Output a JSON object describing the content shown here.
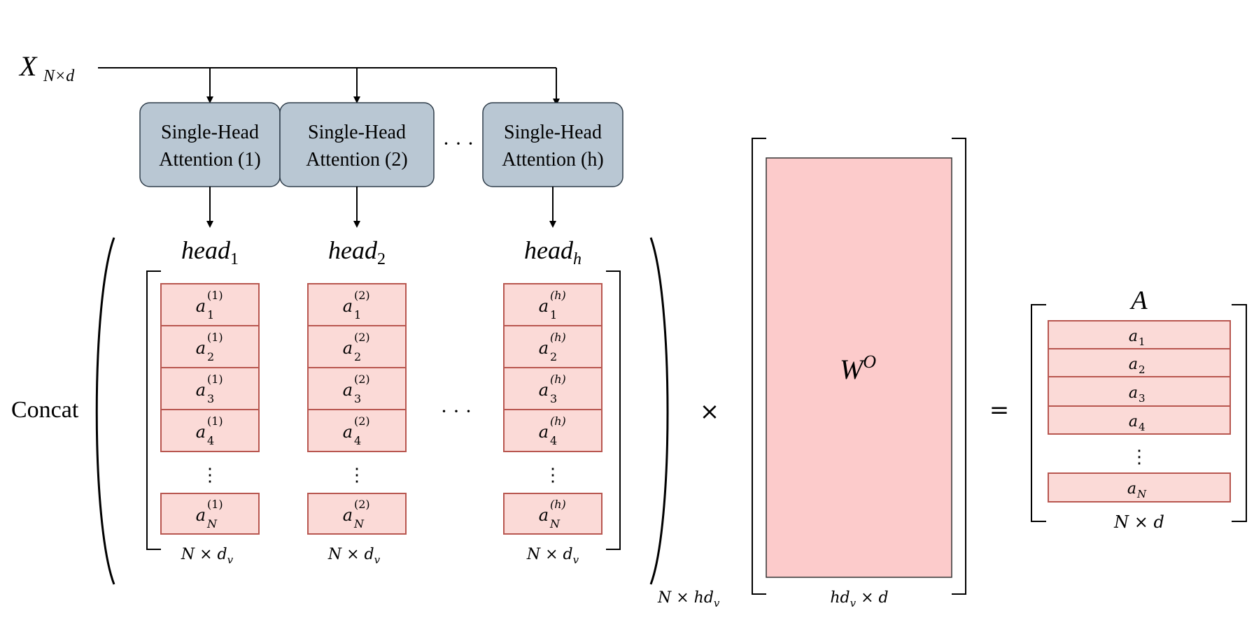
{
  "input": {
    "base": "X",
    "sub": "N×d"
  },
  "attention_blocks": [
    {
      "line1": "Single-Head",
      "line2": "Attention (1)"
    },
    {
      "line1": "Single-Head",
      "line2": "Attention (2)"
    },
    {
      "line1": "Single-Head",
      "line2": "Attention (h)"
    }
  ],
  "ellipsis_h": "· · ·",
  "ellipsis_v": "⋮",
  "concat_label": "Concat",
  "heads": [
    {
      "name": "head",
      "idx": "1",
      "sup": "(1)",
      "rows": [
        "1",
        "2",
        "3",
        "4"
      ],
      "last": "N",
      "dims": "N × d",
      "dims_sub": "v"
    },
    {
      "name": "head",
      "idx": "2",
      "sup": "(2)",
      "rows": [
        "1",
        "2",
        "3",
        "4"
      ],
      "last": "N",
      "dims": "N × d",
      "dims_sub": "v"
    },
    {
      "name": "head",
      "idx": "h",
      "sup": "(h)",
      "rows": [
        "1",
        "2",
        "3",
        "4"
      ],
      "last": "N",
      "dims": "N × d",
      "dims_sub": "v"
    }
  ],
  "row_var": "a",
  "concat_dims": {
    "text": "N × hd",
    "sub": "v"
  },
  "times_symbol": "×",
  "equals_symbol": "=",
  "weight": {
    "base": "W",
    "sup": "O",
    "dims_pre": "hd",
    "dims_sub": "v",
    "dims_post": " × d"
  },
  "output": {
    "title": "A",
    "rows": [
      "1",
      "2",
      "3",
      "4"
    ],
    "last": "N",
    "dims": "N × d"
  },
  "colors": {
    "attention_fill": "#b9c7d3",
    "attention_stroke": "#2f3d4a",
    "row_fill": "#fbdad7",
    "row_stroke": "#b8564f",
    "weight_fill": "#fccbcb",
    "line": "#000000"
  }
}
